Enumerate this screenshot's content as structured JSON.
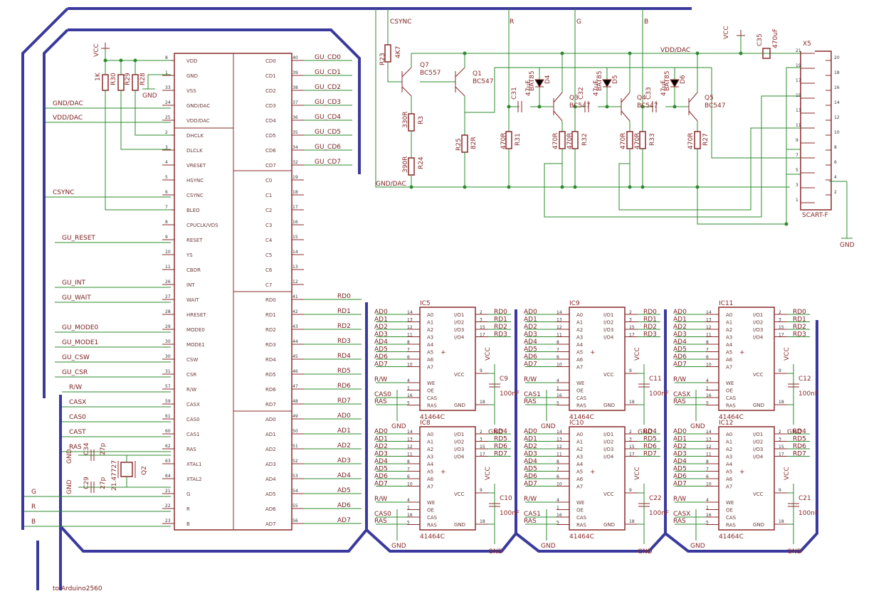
{
  "footer_note": "to Arduino2560",
  "main_ic": {
    "left_pins": [
      {
        "no": "8",
        "name": "VDD"
      },
      {
        "no": "1",
        "name": "GND"
      },
      {
        "no": "33",
        "name": "VSS"
      },
      {
        "no": "24",
        "name": "GND/DAC"
      },
      {
        "no": "25",
        "name": "VDD/DAC"
      },
      {
        "no": "2",
        "name": "DHCLK"
      },
      {
        "no": "3",
        "name": "DLCLK"
      },
      {
        "no": "4",
        "name": "VRESET"
      },
      {
        "no": "5",
        "name": "HSYNC"
      },
      {
        "no": "6",
        "name": "CSYNC"
      },
      {
        "no": "7",
        "name": "BLEO"
      },
      {
        "no": "8",
        "name": "CPUCLK/VDS"
      },
      {
        "no": "9",
        "name": "RESET"
      },
      {
        "no": "10",
        "name": "YS"
      },
      {
        "no": "11",
        "name": "CBDR"
      },
      {
        "no": "26",
        "name": "INT"
      },
      {
        "no": "27",
        "name": "WAIT"
      },
      {
        "no": "28",
        "name": "HRESET"
      },
      {
        "no": "29",
        "name": "MODE0"
      },
      {
        "no": "30",
        "name": "MODE1"
      },
      {
        "no": "30",
        "name": "CSW"
      },
      {
        "no": "31",
        "name": "CSR"
      },
      {
        "no": "57",
        "name": "R/W"
      },
      {
        "no": "59",
        "name": "CASX"
      },
      {
        "no": "61",
        "name": "CAS0"
      },
      {
        "no": "60",
        "name": "CAS1"
      },
      {
        "no": "62",
        "name": "RAS"
      },
      {
        "no": "63",
        "name": "XTAL1"
      },
      {
        "no": "64",
        "name": "XTAL2"
      },
      {
        "no": "21",
        "name": "G"
      },
      {
        "no": "22",
        "name": "R"
      },
      {
        "no": "23",
        "name": "B"
      }
    ],
    "right_pins": [
      {
        "no": "40",
        "name": "CD0"
      },
      {
        "no": "39",
        "name": "CD1"
      },
      {
        "no": "38",
        "name": "CD2"
      },
      {
        "no": "37",
        "name": "CD3"
      },
      {
        "no": "36",
        "name": "CD4"
      },
      {
        "no": "35",
        "name": "CD5"
      },
      {
        "no": "34",
        "name": "CD6"
      },
      {
        "no": "32",
        "name": "CD7"
      },
      {
        "no": "19",
        "name": "C0"
      },
      {
        "no": "18",
        "name": "C1"
      },
      {
        "no": "17",
        "name": "C2"
      },
      {
        "no": "16",
        "name": "C3"
      },
      {
        "no": "15",
        "name": "C4"
      },
      {
        "no": "14",
        "name": "C5"
      },
      {
        "no": "13",
        "name": "C6"
      },
      {
        "no": "12",
        "name": "C7"
      },
      {
        "no": "41",
        "name": "RD0"
      },
      {
        "no": "42",
        "name": "RD1"
      },
      {
        "no": "43",
        "name": "RD2"
      },
      {
        "no": "44",
        "name": "RD3"
      },
      {
        "no": "45",
        "name": "RD4"
      },
      {
        "no": "46",
        "name": "RD5"
      },
      {
        "no": "47",
        "name": "RD6"
      },
      {
        "no": "48",
        "name": "RD7"
      },
      {
        "no": "49",
        "name": "AD0"
      },
      {
        "no": "50",
        "name": "AD1"
      },
      {
        "no": "51",
        "name": "AD2"
      },
      {
        "no": "52",
        "name": "AD3"
      },
      {
        "no": "53",
        "name": "AD4"
      },
      {
        "no": "54",
        "name": "AD5"
      },
      {
        "no": "55",
        "name": "AD6"
      },
      {
        "no": "56",
        "name": "AD7"
      }
    ]
  },
  "left_nets": [
    "GND/DAC",
    "VDD/DAC",
    "CSYNC",
    "GU_RESET",
    "GU_INT",
    "GU_WAIT",
    "GU_MODE0",
    "GU_MODE1",
    "GU_CSW",
    "GU_CSR",
    "R/W",
    "CASX",
    "CAS0",
    "CAST",
    "RAS",
    "G",
    "R",
    "B"
  ],
  "cd_nets": [
    "GU_CD0",
    "GU_CD1",
    "GU_CD2",
    "GU_CD3",
    "GU_CD4",
    "GU_CD5",
    "GU_CD6",
    "GU_CD7"
  ],
  "rd_nets": [
    "RD0",
    "RD1",
    "RD2",
    "RD3",
    "RD4",
    "RD5",
    "RD6",
    "RD7"
  ],
  "ad_nets": [
    "AD0",
    "AD1",
    "AD2",
    "AD3",
    "AD4",
    "AD5",
    "AD6",
    "AD7"
  ],
  "vcc": "VCC",
  "gnd": "GND",
  "parts": {
    "resistors_left": [
      "1K",
      "R30",
      "R29",
      "R28"
    ],
    "crystal": "21.47727",
    "q2": "Q2",
    "c34": "C34",
    "c34v": "27p",
    "c29": "C29",
    "c29v": "27p",
    "r23": "R23",
    "r23v": "4K7",
    "r3": "R3",
    "r3v": "330R",
    "r24": "R24",
    "r24v": "390R",
    "r25": "R25",
    "r25v": "82R",
    "r31": "R31",
    "r31v": "470R",
    "r32": "R32",
    "r32v": "470R",
    "r33": "R33",
    "r33v": "470R",
    "r27": "R27",
    "r27v": "470R",
    "r47": "470R",
    "r47b": "470R",
    "q7": "Q7",
    "q7v": "BC557",
    "q1": "Q1",
    "q1v": "BC547",
    "q3": "Q3",
    "q3v": "BC547",
    "q4": "Q4",
    "q4v": "BC547",
    "q5": "Q5",
    "q5v": "BC547",
    "d4": "D4",
    "d5": "D5",
    "d6": "D6",
    "bat": "BAT85",
    "c31": "C31",
    "c32": "C32",
    "c33": "C33",
    "cap47": "47uF",
    "c35": "C35",
    "c35v": "470uF",
    "x5": "X5",
    "scart": "SCART-F",
    "vdddac": "VDD/DAC",
    "gnddac": "GND/DAC",
    "csync": "CSYNC",
    "r": "R",
    "g": "G",
    "b": "B"
  },
  "scart_pins": [
    "21",
    "19",
    "17",
    "15",
    "13",
    "11",
    "9",
    "7",
    "5",
    "3",
    "1",
    "20",
    "18",
    "16",
    "14",
    "12",
    "10",
    "8",
    "6",
    "4",
    "2"
  ],
  "ram": {
    "chip_label": "41464C",
    "a_pins": [
      "A0",
      "A1",
      "A2",
      "A3",
      "A4",
      "A5",
      "A6",
      "A7"
    ],
    "a_nos": [
      "14",
      "13",
      "12",
      "11",
      "8",
      "7",
      "6",
      "10"
    ],
    "io_pins": [
      "I/O1",
      "I/O2",
      "I/O3",
      "I/O4"
    ],
    "io_nos": [
      "2",
      "3",
      "15",
      "17"
    ],
    "ctrl": [
      "WE",
      "OE",
      "CAS",
      "RAS"
    ],
    "ctrl_nos": [
      "4",
      "1",
      "16",
      "5"
    ],
    "vcc_pin": "VCC",
    "vcc_no": "9",
    "gnd_pin": "GND",
    "gnd_no": "18",
    "cap_value": "100nF",
    "chips": [
      {
        "name": "IC5",
        "cap": "C9",
        "cas": "CAS0",
        "io": [
          "RD0",
          "RD1",
          "RD2",
          "RD3"
        ]
      },
      {
        "name": "IC9",
        "cap": "C11",
        "cas": "CAS1",
        "io": [
          "RD0",
          "RD1",
          "RD2",
          "RD3"
        ]
      },
      {
        "name": "IC11",
        "cap": "C12",
        "cas": "CASX",
        "io": [
          "RD0",
          "RD1",
          "RD2",
          "RD3"
        ]
      },
      {
        "name": "IC8",
        "cap": "C10",
        "cas": "CAS0",
        "io": [
          "RD4",
          "RD5",
          "RD6",
          "RD7"
        ]
      },
      {
        "name": "IC10",
        "cap": "C22",
        "cas": "CAS1",
        "io": [
          "RD4",
          "RD5",
          "RD6",
          "RD7"
        ]
      },
      {
        "name": "IC12",
        "cap": "C21",
        "cas": "CASX",
        "io": [
          "RD4",
          "RD5",
          "RD6",
          "RD7"
        ]
      }
    ],
    "rw": "R/W",
    "ras": "RAS",
    "ad": [
      "AD0",
      "AD1",
      "AD2",
      "AD3",
      "AD4",
      "AD5",
      "AD6",
      "AD7"
    ]
  },
  "colors": {
    "bus": "#3a3a9e",
    "wire": "#2e8b2e",
    "part": "#8b2a2a"
  }
}
